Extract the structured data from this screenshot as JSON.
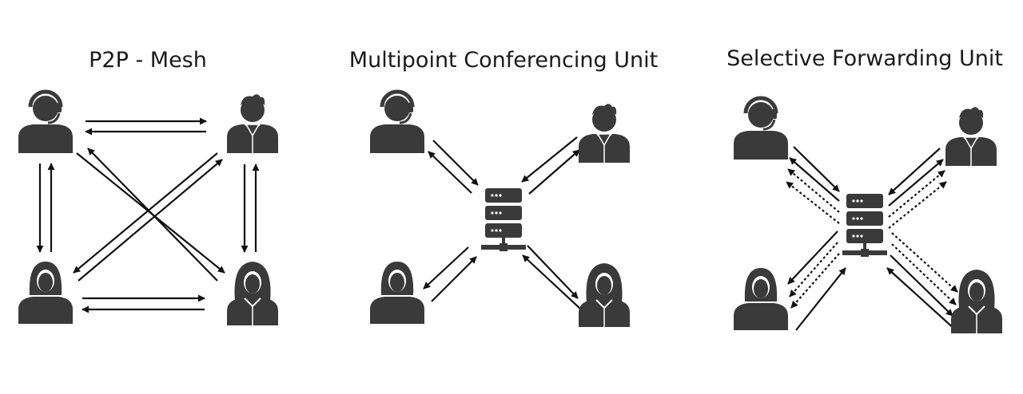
{
  "titles": {
    "mesh": "P2P - Mesh",
    "mcu": "Multipoint Conferencing Unit",
    "sfu": "Selective Forwarding Unit"
  },
  "colors": {
    "icon": "#3a3a3a",
    "stroke": "#111111",
    "background": "#ffffff"
  },
  "icons": [
    "headset-person-icon",
    "man-person-icon",
    "woman-person-icon",
    "girl-person-icon",
    "server-icon"
  ]
}
